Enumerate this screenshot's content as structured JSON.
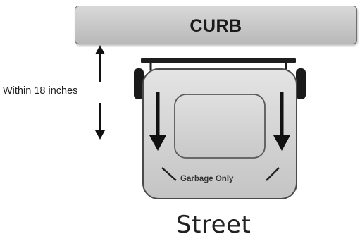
{
  "curb": {
    "label": "CURB"
  },
  "distance": {
    "label": "Within 18 inches"
  },
  "bin": {
    "label": "Garbage Only"
  },
  "street": {
    "label": "Street"
  },
  "colors": {
    "curb_fill": "#c8c8c8",
    "bin_body": "#d6d6d6",
    "bin_lid": "#cfcfcf",
    "outline": "#4a4a4a",
    "arrow": "#111111"
  }
}
